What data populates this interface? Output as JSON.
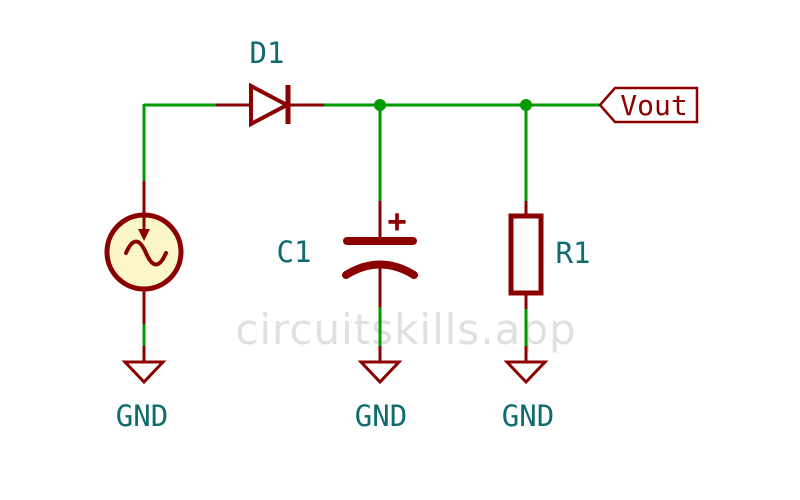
{
  "watermark": "circuitskills.app",
  "colors": {
    "background": "#ffffff",
    "wire": "#009B00",
    "component": "#8B0000",
    "label": "#0E6B70",
    "sourceFill": "#FCF7C8",
    "watermark": "#E0E0E0"
  },
  "labels": {
    "diode_ref": "D1",
    "capacitor_ref": "C1",
    "capacitor_polarity": "+",
    "resistor_ref": "R1",
    "output_net": "Vout",
    "ground_left": "GND",
    "ground_middle": "GND",
    "ground_right": "GND"
  }
}
